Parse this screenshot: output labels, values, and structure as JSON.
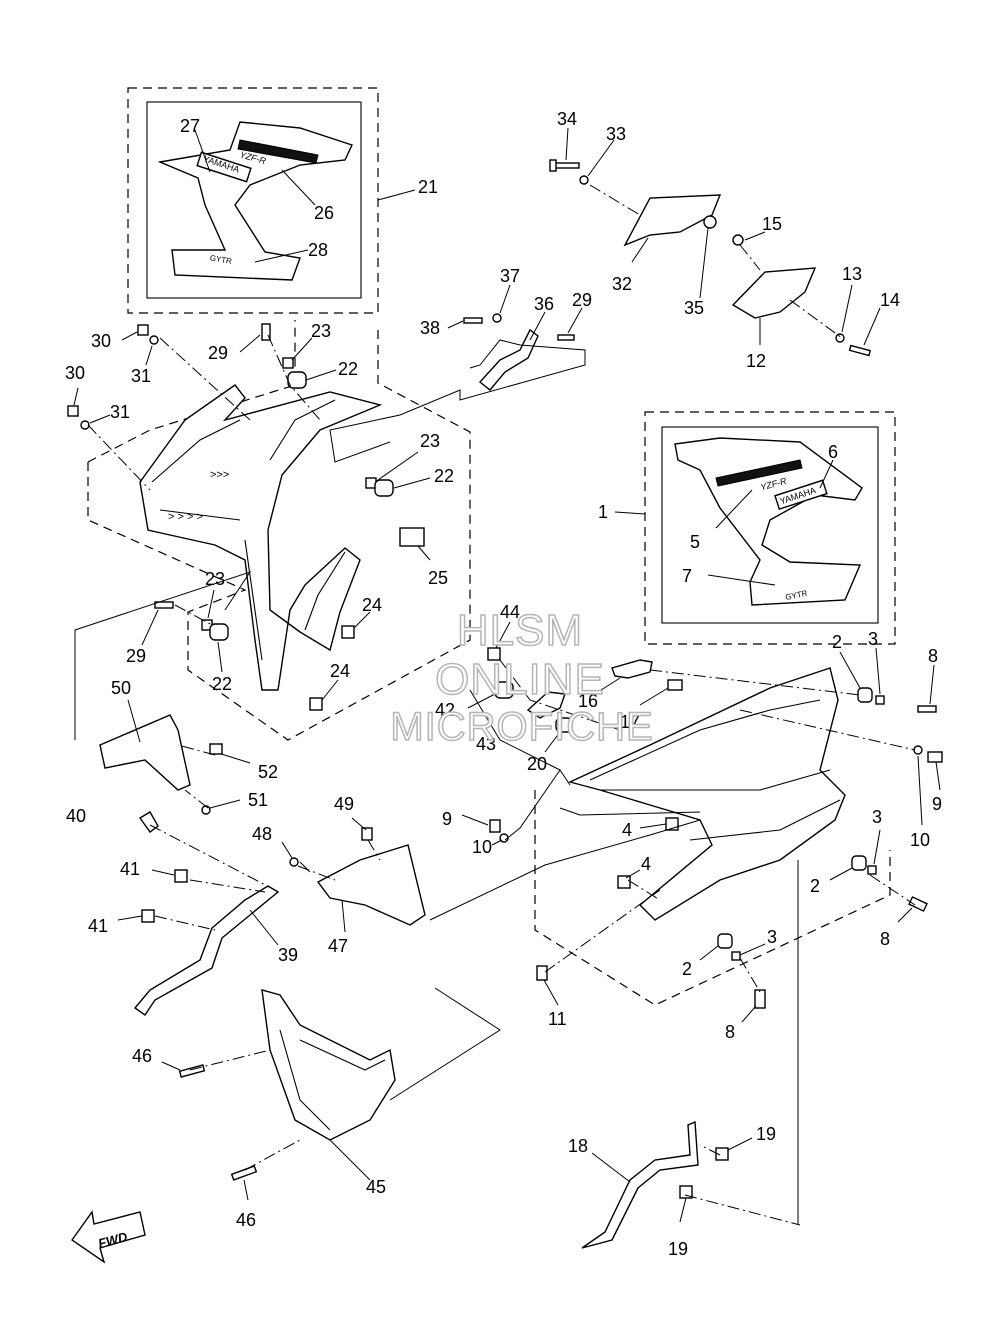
{
  "callouts": [
    "1",
    "2",
    "3",
    "4",
    "5",
    "6",
    "7",
    "8",
    "9",
    "10",
    "11",
    "12",
    "13",
    "14",
    "15",
    "16",
    "17",
    "18",
    "19",
    "20",
    "21",
    "22",
    "23",
    "24",
    "25",
    "26",
    "27",
    "28",
    "29",
    "30",
    "31",
    "32",
    "33",
    "34",
    "35",
    "36",
    "37",
    "38",
    "39",
    "40",
    "41",
    "42",
    "43",
    "44",
    "45",
    "46",
    "47",
    "48",
    "49",
    "50",
    "51",
    "52"
  ],
  "decal_text": {
    "brand": "YAMAHA",
    "model": "YZF-R",
    "gytr": "GYTR"
  },
  "fwd_label": "FWD",
  "watermark": {
    "line1": "HLSM",
    "line2": "ONLINE",
    "line3": "MICROFICHE"
  }
}
